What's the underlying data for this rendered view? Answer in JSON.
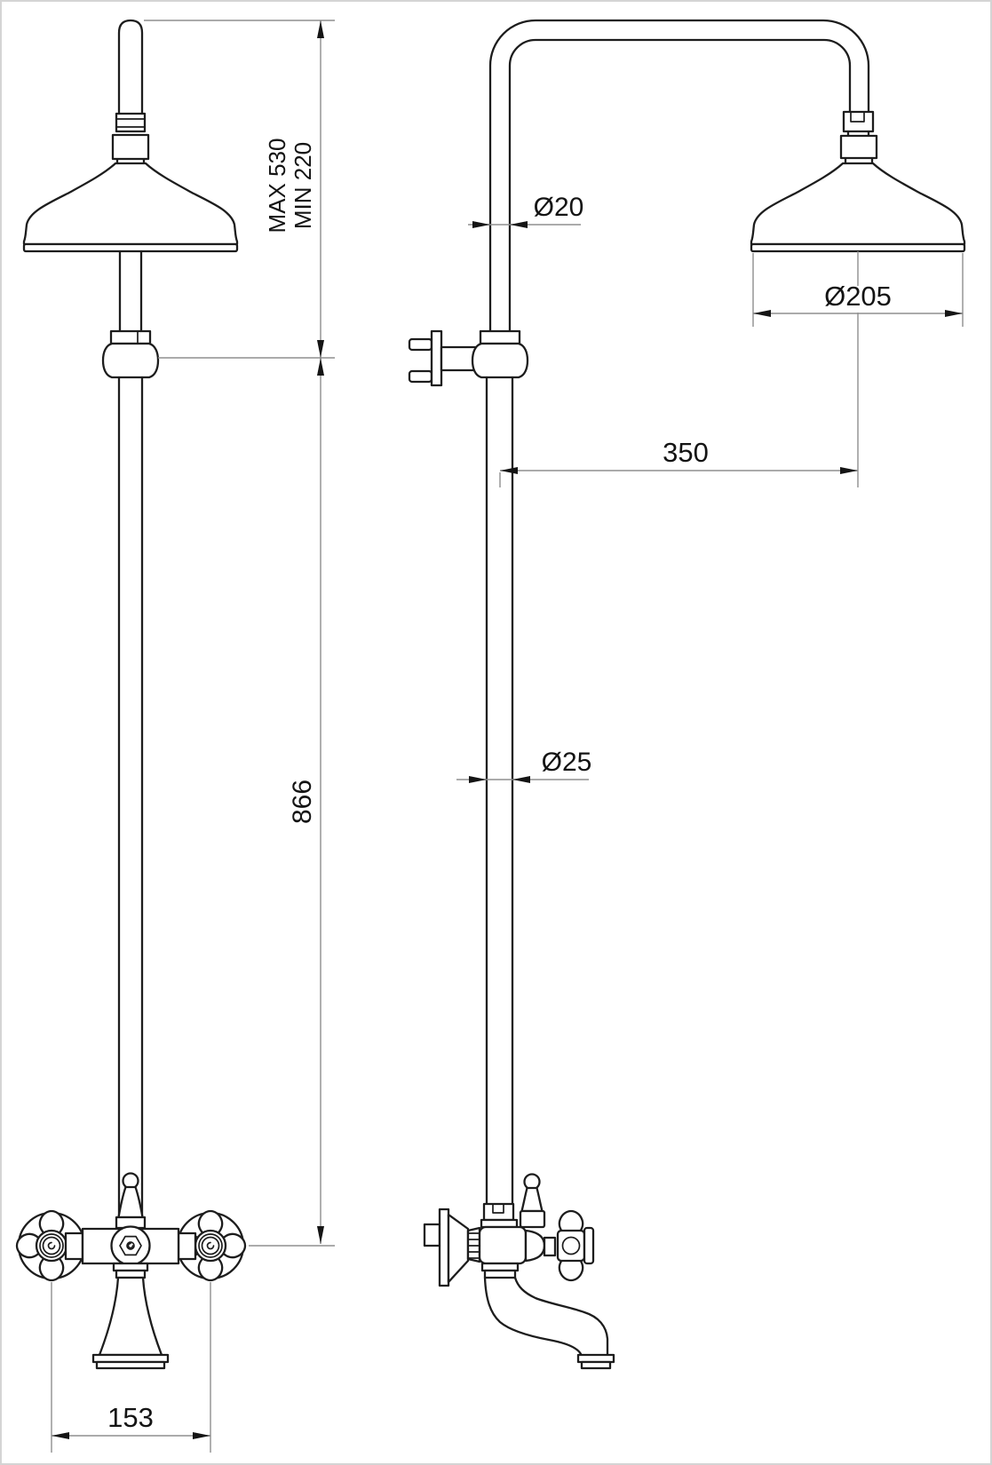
{
  "page": {
    "background": "#ffffff",
    "frame_color": "#d4d4d4"
  },
  "drawing": {
    "title": "Shower column with overhead rose and bath mixer - dimensional drawing",
    "views": {
      "left": "front view",
      "right": "side view"
    },
    "line_color": "#1d1d1d",
    "dim_line_color": "#8f8f8f",
    "text_color": "#141414"
  },
  "dimensions": {
    "adjustable_height": {
      "max": "MAX 530",
      "min": "MIN 220"
    },
    "column_height": "866",
    "mixer_width": "153",
    "upper_pipe_diameter": "Ø20",
    "head_diameter": "Ø205",
    "head_offset": "350",
    "lower_pipe_diameter": "Ø25"
  }
}
